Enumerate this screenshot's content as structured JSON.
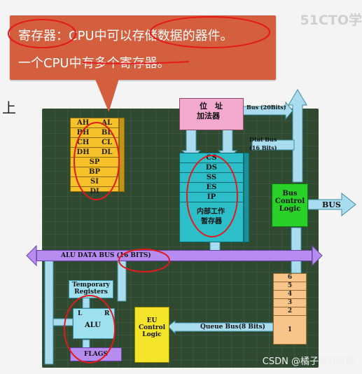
{
  "callout": {
    "line1": "寄存器：CPU中可以存储数据的器件。",
    "line2": "一个CPU中有多个寄存器。"
  },
  "side_text": "上",
  "watermark_tr": "51CTO学",
  "watermark_csdn": "CSDN @橘子掀开夜晚",
  "general_registers": [
    [
      "AH",
      "AL"
    ],
    [
      "BH",
      "BL"
    ],
    [
      "CH",
      "CL"
    ],
    [
      "DH",
      "DL"
    ],
    [
      "SP",
      ""
    ],
    [
      "BP",
      ""
    ],
    [
      "SI",
      ""
    ],
    [
      "DI",
      ""
    ]
  ],
  "address_adder": {
    "line1": "位　址",
    "line2": "加法器"
  },
  "bus_20": "Bus (20Bits)",
  "data_bus_16": {
    "line1": "Dtat Bus",
    "line2": "(16 Bits)"
  },
  "segment_registers": [
    "CS",
    "DS",
    "SS",
    "ES",
    "IP"
  ],
  "internal_regs": {
    "line1": "内部工作",
    "line2": "暂存器"
  },
  "bus_control": {
    "line1": "Bus",
    "line2": "Control",
    "line3": "Logic"
  },
  "bus_label": "BUS",
  "alu_data_bus": "ALU DATA BUS (16 BITS)",
  "temp_registers": {
    "line1": "Temporary",
    "line2": "Registers"
  },
  "alu": {
    "l": "L",
    "r": "R",
    "name": "ALU"
  },
  "flags": "FLAGS",
  "eu_control": {
    "line1": "EU",
    "line2": "Control",
    "line3": "Logic"
  },
  "queue_bus": "Queue  Bus(8 Bits)",
  "queue_cells": [
    "6",
    "5",
    "4",
    "3",
    "2",
    "1"
  ],
  "colors": {
    "callout_bg": "#d45f3e",
    "annotation_red": "#e21a1a",
    "register_yellow": "#f7c12a",
    "segment_cyan": "#2dbfc9",
    "bus_arrow_blue": "#a8dcee",
    "alu_bus_purple": "#b68cf0",
    "bus_control_green": "#29d129"
  }
}
